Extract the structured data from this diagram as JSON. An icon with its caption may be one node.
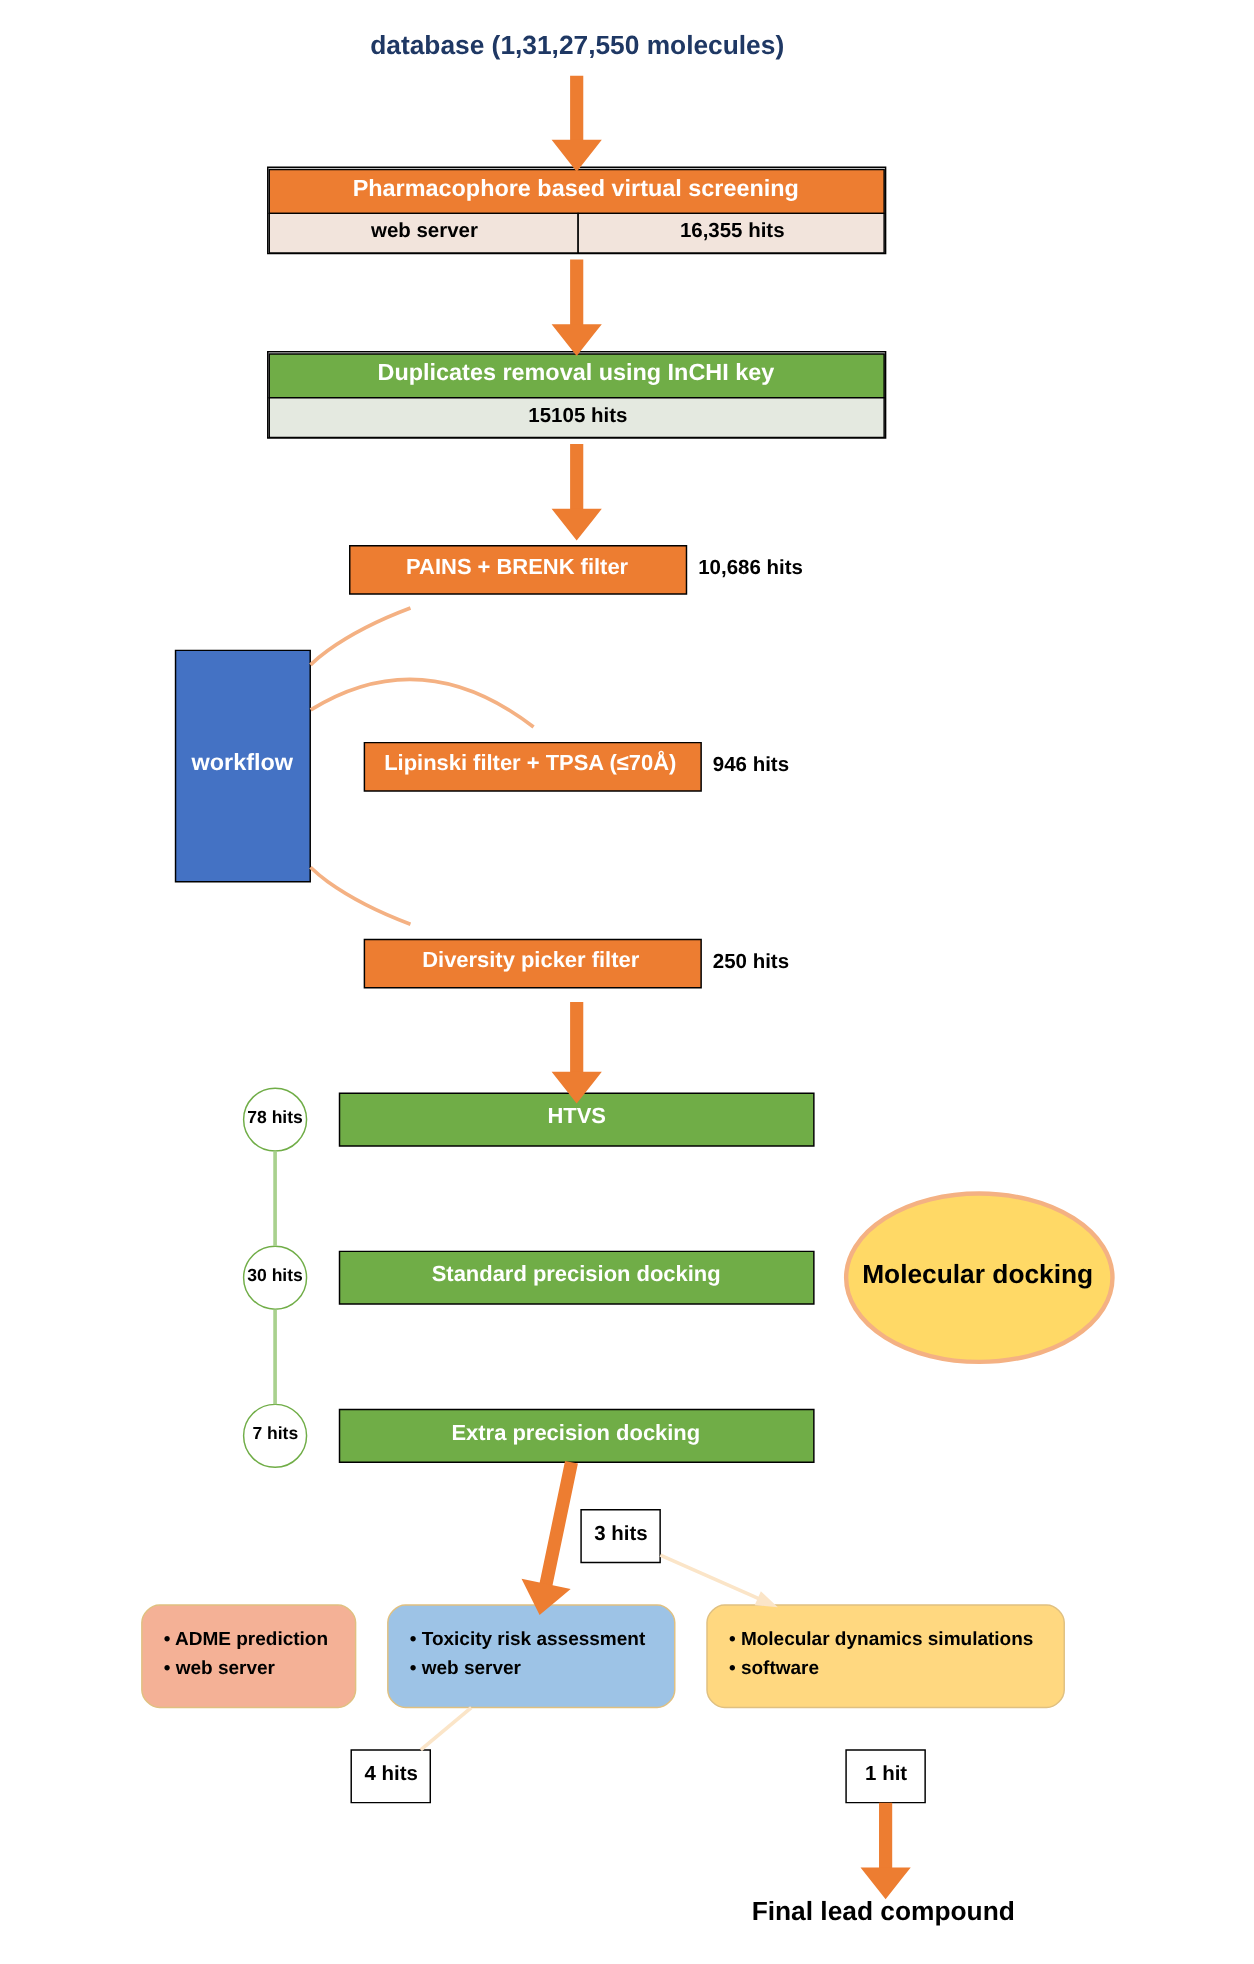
{
  "diagram": {
    "nodes": [
      {
        "text": [
          "database (1,31,27,550 molecules)"
        ]
      },
      {
        "text": [
          "Pharmacophore based virtual screening",
          "web server",
          "16,355 hits"
        ]
      },
      {
        "text": [
          "Duplicates removal using InCHI key",
          "15105 hits"
        ]
      },
      {
        "text": [
          "workflow"
        ]
      },
      {
        "text": [
          "PAINS + BRENK filter"
        ],
        "beside": [
          "10,686 hits"
        ]
      },
      {
        "text": [
          "Lipinski filter + TPSA (≤70Å)"
        ],
        "beside": [
          "946 hits"
        ]
      },
      {
        "text": [
          "Diversity picker filter"
        ],
        "beside": [
          "250 hits"
        ]
      },
      {
        "text": [
          "Molecular docking"
        ]
      },
      {
        "text": [
          "78 hits"
        ]
      },
      {
        "text": [
          "HTVS"
        ]
      },
      {
        "text": [
          "30 hits"
        ]
      },
      {
        "text": [
          "Standard precision docking"
        ]
      },
      {
        "text": [
          "7 hits"
        ]
      },
      {
        "text": [
          "Extra precision docking"
        ]
      },
      {
        "text": [
          "• ADME prediction",
          "• web server"
        ]
      },
      {
        "text": [
          "4 hits"
        ]
      },
      {
        "text": [
          "• Toxicity risk assessment",
          "• web server"
        ]
      },
      {
        "text": [
          "3 hits"
        ]
      },
      {
        "text": [
          "• Molecular dynamics simulations",
          "• software"
        ]
      },
      {
        "text": [
          "1 hit"
        ]
      },
      {
        "text": [
          "Final lead compound"
        ]
      }
    ],
    "edges": [
      {
        "from": 0,
        "to": 1,
        "arrow": "to",
        "style": "thick"
      },
      {
        "from": 1,
        "to": 2,
        "arrow": "to",
        "style": "thick"
      },
      {
        "from": 2,
        "to": 4,
        "arrow": "to",
        "style": "thick"
      },
      {
        "from": 3,
        "to": 4,
        "arrow": "none",
        "color": "#f4b183"
      },
      {
        "from": 3,
        "to": 5,
        "arrow": "none",
        "color": "#f4b183"
      },
      {
        "from": 3,
        "to": 6,
        "arrow": "none",
        "color": "#f4b183"
      },
      {
        "from": 6,
        "to": 9,
        "arrow": "to",
        "style": "thick"
      },
      {
        "from": 8,
        "to": 10,
        "arrow": "none",
        "color": "#a9d18e"
      },
      {
        "from": 10,
        "to": 12,
        "arrow": "none",
        "color": "#a9d18e"
      },
      {
        "from": 13,
        "to": 16,
        "arrow": "to",
        "style": "thick"
      },
      {
        "from": 15,
        "to": 16,
        "arrow": "none",
        "color": "#fbe5c8"
      },
      {
        "from": 17,
        "to": 18,
        "arrow": "to",
        "color": "#fbe5c8"
      },
      {
        "from": 19,
        "to": 20,
        "arrow": "to",
        "style": "thick"
      }
    ]
  }
}
